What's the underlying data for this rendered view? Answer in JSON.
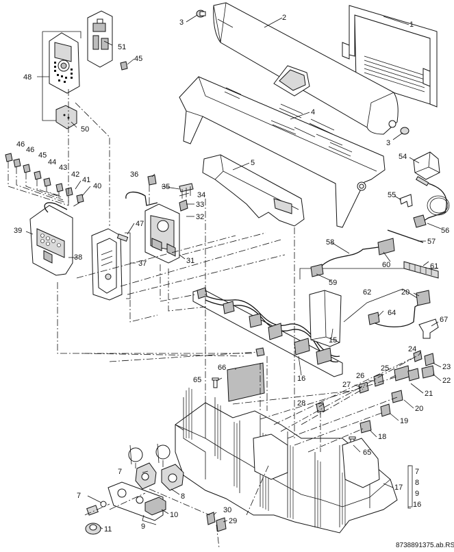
{
  "part_labels": [
    {
      "id": "p1",
      "text": "1"
    },
    {
      "id": "p2",
      "text": "2"
    },
    {
      "id": "p3a",
      "text": "3"
    },
    {
      "id": "p3b",
      "text": "3"
    },
    {
      "id": "p4",
      "text": "4"
    },
    {
      "id": "p5",
      "text": "5"
    },
    {
      "id": "p7a",
      "text": "7"
    },
    {
      "id": "p7b",
      "text": "7"
    },
    {
      "id": "p8",
      "text": "8"
    },
    {
      "id": "p9",
      "text": "9"
    },
    {
      "id": "p10",
      "text": "10"
    },
    {
      "id": "p11",
      "text": "11"
    },
    {
      "id": "p15",
      "text": "15"
    },
    {
      "id": "p16",
      "text": "16"
    },
    {
      "id": "p17",
      "text": "17"
    },
    {
      "id": "p18",
      "text": "18"
    },
    {
      "id": "p19",
      "text": "19"
    },
    {
      "id": "p20a",
      "text": "20"
    },
    {
      "id": "p20b",
      "text": "20"
    },
    {
      "id": "p21",
      "text": "21"
    },
    {
      "id": "p22",
      "text": "22"
    },
    {
      "id": "p23",
      "text": "23"
    },
    {
      "id": "p24",
      "text": "24"
    },
    {
      "id": "p25",
      "text": "25"
    },
    {
      "id": "p26",
      "text": "26"
    },
    {
      "id": "p27",
      "text": "27"
    },
    {
      "id": "p28",
      "text": "28"
    },
    {
      "id": "p29",
      "text": "29"
    },
    {
      "id": "p30",
      "text": "30"
    },
    {
      "id": "p31",
      "text": "31"
    },
    {
      "id": "p32",
      "text": "32"
    },
    {
      "id": "p33",
      "text": "33"
    },
    {
      "id": "p34",
      "text": "34"
    },
    {
      "id": "p35",
      "text": "35"
    },
    {
      "id": "p36",
      "text": "36"
    },
    {
      "id": "p37",
      "text": "37"
    },
    {
      "id": "p38",
      "text": "38"
    },
    {
      "id": "p39",
      "text": "39"
    },
    {
      "id": "p40",
      "text": "40"
    },
    {
      "id": "p41",
      "text": "41"
    },
    {
      "id": "p42",
      "text": "42"
    },
    {
      "id": "p43",
      "text": "43"
    },
    {
      "id": "p44",
      "text": "44"
    },
    {
      "id": "p45a",
      "text": "45"
    },
    {
      "id": "p45b",
      "text": "45"
    },
    {
      "id": "p46a",
      "text": "46"
    },
    {
      "id": "p46b",
      "text": "46"
    },
    {
      "id": "p47",
      "text": "47"
    },
    {
      "id": "p48",
      "text": "48"
    },
    {
      "id": "p50",
      "text": "50"
    },
    {
      "id": "p51",
      "text": "51"
    },
    {
      "id": "p54",
      "text": "54"
    },
    {
      "id": "p55",
      "text": "55"
    },
    {
      "id": "p56",
      "text": "56"
    },
    {
      "id": "p57",
      "text": "57"
    },
    {
      "id": "p58",
      "text": "58"
    },
    {
      "id": "p59",
      "text": "59"
    },
    {
      "id": "p60",
      "text": "60"
    },
    {
      "id": "p61",
      "text": "61"
    },
    {
      "id": "p62",
      "text": "62"
    },
    {
      "id": "p64",
      "text": "64"
    },
    {
      "id": "p65a",
      "text": "65"
    },
    {
      "id": "p65b",
      "text": "65"
    },
    {
      "id": "p66",
      "text": "66"
    },
    {
      "id": "p67",
      "text": "67"
    }
  ],
  "group_17_list": [
    "7",
    "8",
    "9",
    "16"
  ],
  "drawing_code": "8738891375.ab.RS"
}
